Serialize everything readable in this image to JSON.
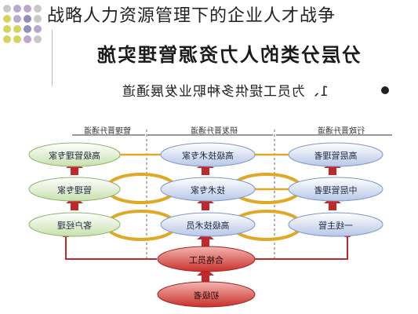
{
  "header": {
    "top_title": "战略人力资源管理下的企业人才战争"
  },
  "slide": {
    "title": "分层分类的人力资源管理实施",
    "subtitle": "1、为员工提供多种职业发展通道"
  },
  "channels": {
    "left": "管理晋升通道",
    "middle": "研发晋升通道",
    "right": "行政晋升通道"
  },
  "nodes": {
    "left_top": "高级管理专家",
    "left_mid": "管理专家",
    "left_bot": "客户经理",
    "mid_top": "高级技术专家",
    "mid_mid": "技术专家",
    "mid_bot": "高级技术员",
    "right_top": "高层管理者",
    "right_mid": "中层管理者",
    "right_bot": "一线主管",
    "qualified": "合格员工",
    "entry": "初级者"
  },
  "colors": {
    "blue_node": "#c9d6ee",
    "green_node": "#d9eac6",
    "red_node": "#d9534f",
    "arrow_red": "#c0282c",
    "gold": "#e0a825"
  }
}
